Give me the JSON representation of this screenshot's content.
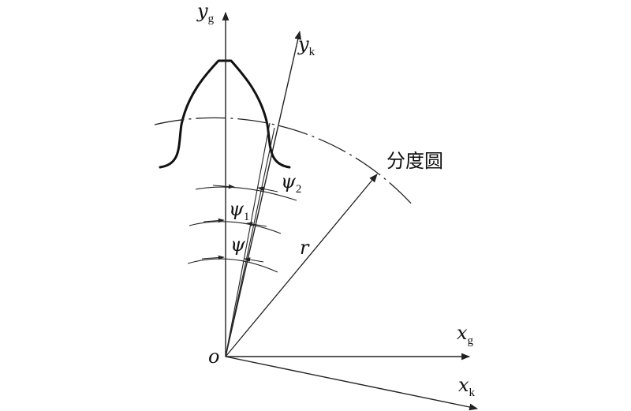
{
  "axes": {
    "yg": {
      "main": "y",
      "sub": "g"
    },
    "yk": {
      "main": "y",
      "sub": "k"
    },
    "xg": {
      "main": "x",
      "sub": "g"
    },
    "xk": {
      "main": "x",
      "sub": "k"
    },
    "origin": "o"
  },
  "angles": {
    "psi": {
      "main": "ψ",
      "sub": ""
    },
    "psi1": {
      "main": "ψ",
      "sub": "1"
    },
    "psi2": {
      "main": "ψ",
      "sub": "2"
    }
  },
  "radius_label": "r",
  "circle_label": "分度圆",
  "colors": {
    "stroke": "#222222",
    "background": "#ffffff"
  }
}
